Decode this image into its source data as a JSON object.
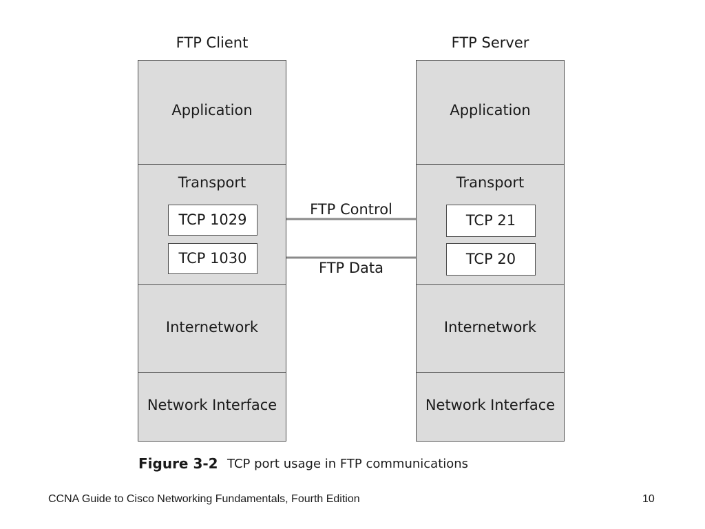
{
  "diagram": {
    "client": {
      "title": "FTP Client",
      "layers": {
        "application": "Application",
        "transport": "Transport",
        "internetwork": "Internetwork",
        "network_interface": "Network Interface"
      },
      "ports": [
        "TCP 1029",
        "TCP 1030"
      ]
    },
    "server": {
      "title": "FTP Server",
      "layers": {
        "application": "Application",
        "transport": "Transport",
        "internetwork": "Internetwork",
        "network_interface": "Network Interface"
      },
      "ports": [
        "TCP 21",
        "TCP 20"
      ]
    },
    "connections": {
      "control": "FTP Control",
      "data": "FTP Data"
    },
    "colors": {
      "layer_fill": "#dcdcdc",
      "border": "#4a4a4a",
      "connector": "#8a8a8a"
    }
  },
  "caption": {
    "figure_number": "Figure 3-2",
    "text": "TCP port usage in FTP communications"
  },
  "footer": {
    "book_title": "CCNA Guide to Cisco Networking Fundamentals, Fourth Edition",
    "page_number": "10"
  }
}
